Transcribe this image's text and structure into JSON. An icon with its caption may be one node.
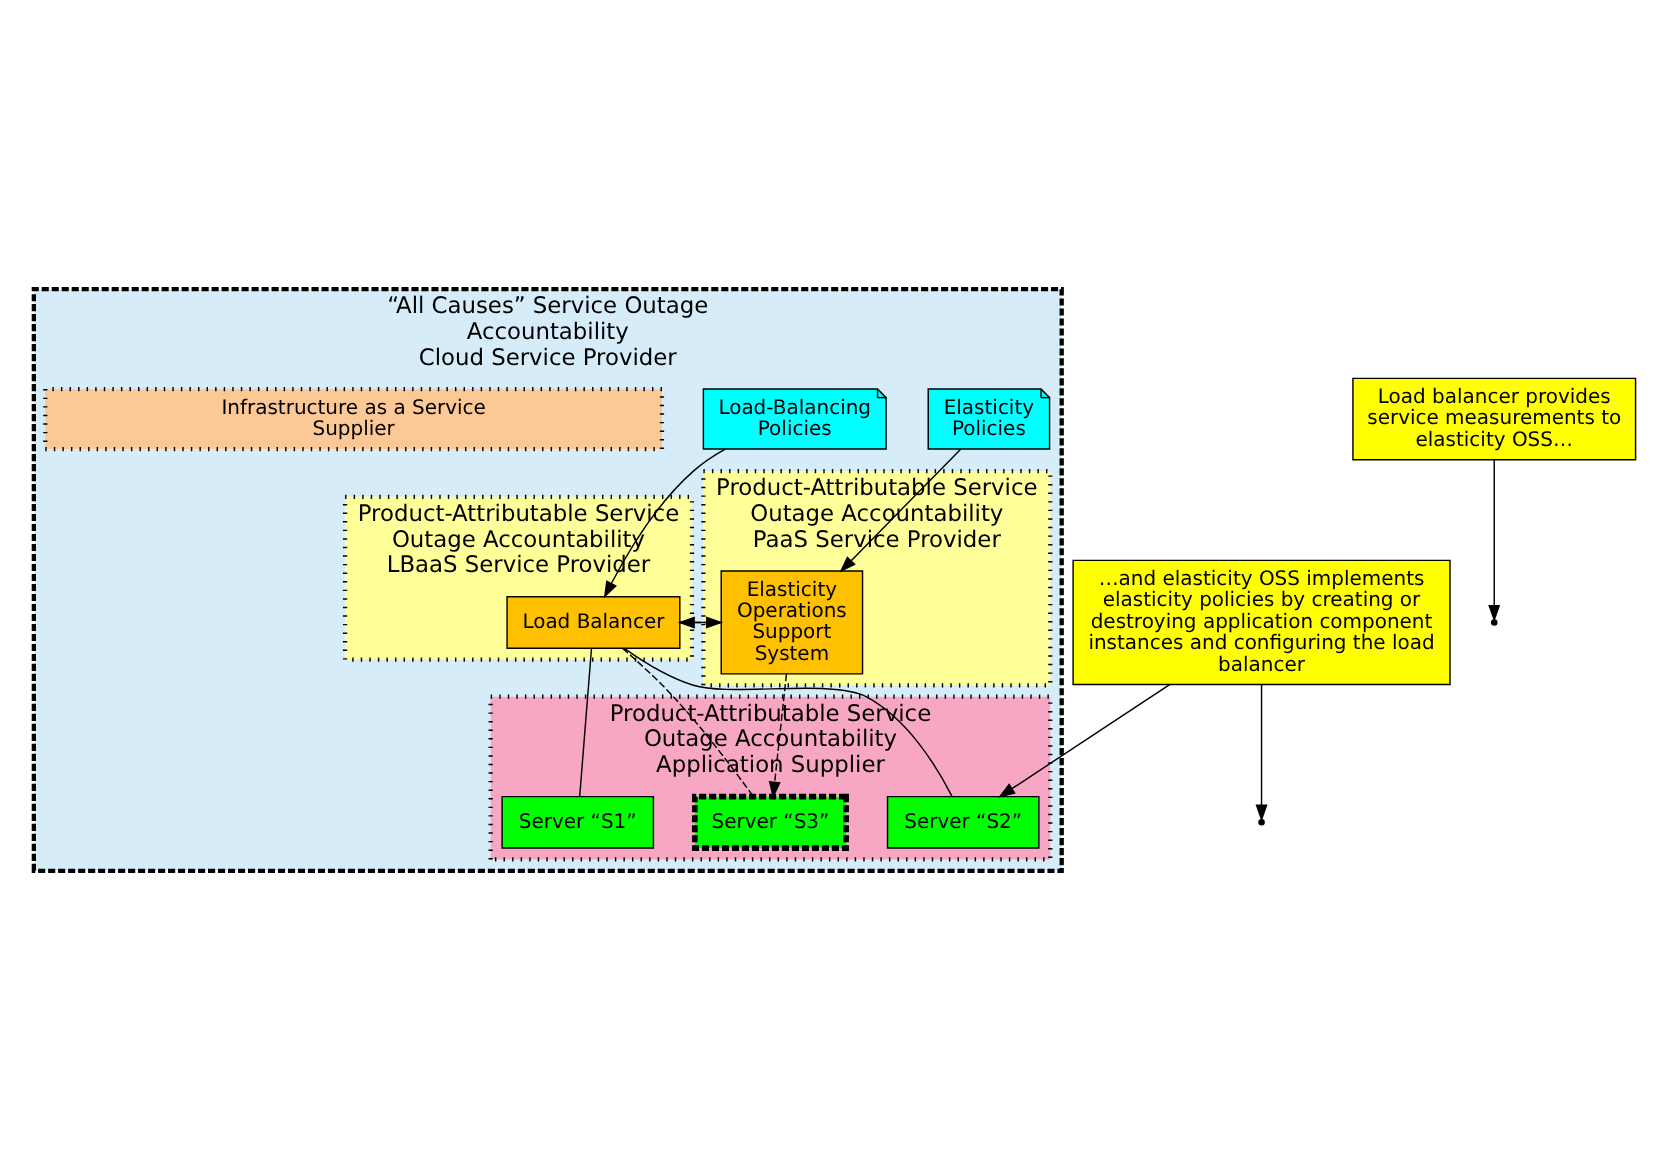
{
  "diagram": {
    "nodes": [
      {
        "text": [
          "“All Causes” Service Outage Accountability",
          "Cloud Service Provider"
        ]
      },
      {
        "text": [
          "Elasticity Policies"
        ],
        "in": 0
      },
      {
        "text": [
          "Load-Balancing Policies"
        ],
        "in": 0
      },
      {
        "text": [
          "Product-Attributable Service Outage Accountability",
          "PaaS Service Provider"
        ],
        "in": 0
      },
      {
        "text": [
          "Elasticity Operations Support System"
        ],
        "in": 3
      },
      {
        "text": [
          "Product-Attributable Service Outage Accountability",
          "LBaaS Service Provider"
        ],
        "in": 0
      },
      {
        "text": [
          "Load Balancer"
        ],
        "in": 5
      },
      {
        "text": [
          "Product-Attributable Service Outage Accountability",
          "Application Supplier"
        ],
        "in": 0
      },
      {
        "text": [
          "Server “S1”"
        ],
        "in": 7
      },
      {
        "text": [
          "Server “S2”"
        ],
        "in": 7
      },
      {
        "text": [
          "Server “S3”"
        ],
        "in": 7
      },
      {
        "text": [
          "Infrastructure as a Service Supplier"
        ],
        "in": 0
      },
      {
        "text": [
          "Load balancer provides service measurements to elasticity OSS…"
        ]
      },
      {
        "text": [
          "…and elasticity OSS implements elasticity policies by creating or destroying application component instances and configuring the load balancer"
        ]
      }
    ],
    "edges": [
      {
        "from": 1,
        "to": 4,
        "arrow": "to"
      },
      {
        "from": 2,
        "to": 6,
        "arrow": "to"
      },
      {
        "from": 4,
        "to": 6,
        "arrow": "to",
        "style": "dashed"
      },
      {
        "from": 6,
        "to": 4,
        "arrow": "to"
      },
      {
        "from": 4,
        "to": 10,
        "arrow": "to",
        "style": "dashed"
      },
      {
        "from": 6,
        "to": 8,
        "arrow": "none"
      },
      {
        "from": 6,
        "to": 9,
        "arrow": "none"
      },
      {
        "from": 6,
        "to": 10,
        "arrow": "none",
        "style": "dashed"
      },
      {
        "from": 12,
        "to": null,
        "arrow": "to"
      },
      {
        "from": 13,
        "to": null,
        "arrow": "to"
      },
      {
        "from": 13,
        "to": 9,
        "arrow": "to"
      }
    ]
  }
}
